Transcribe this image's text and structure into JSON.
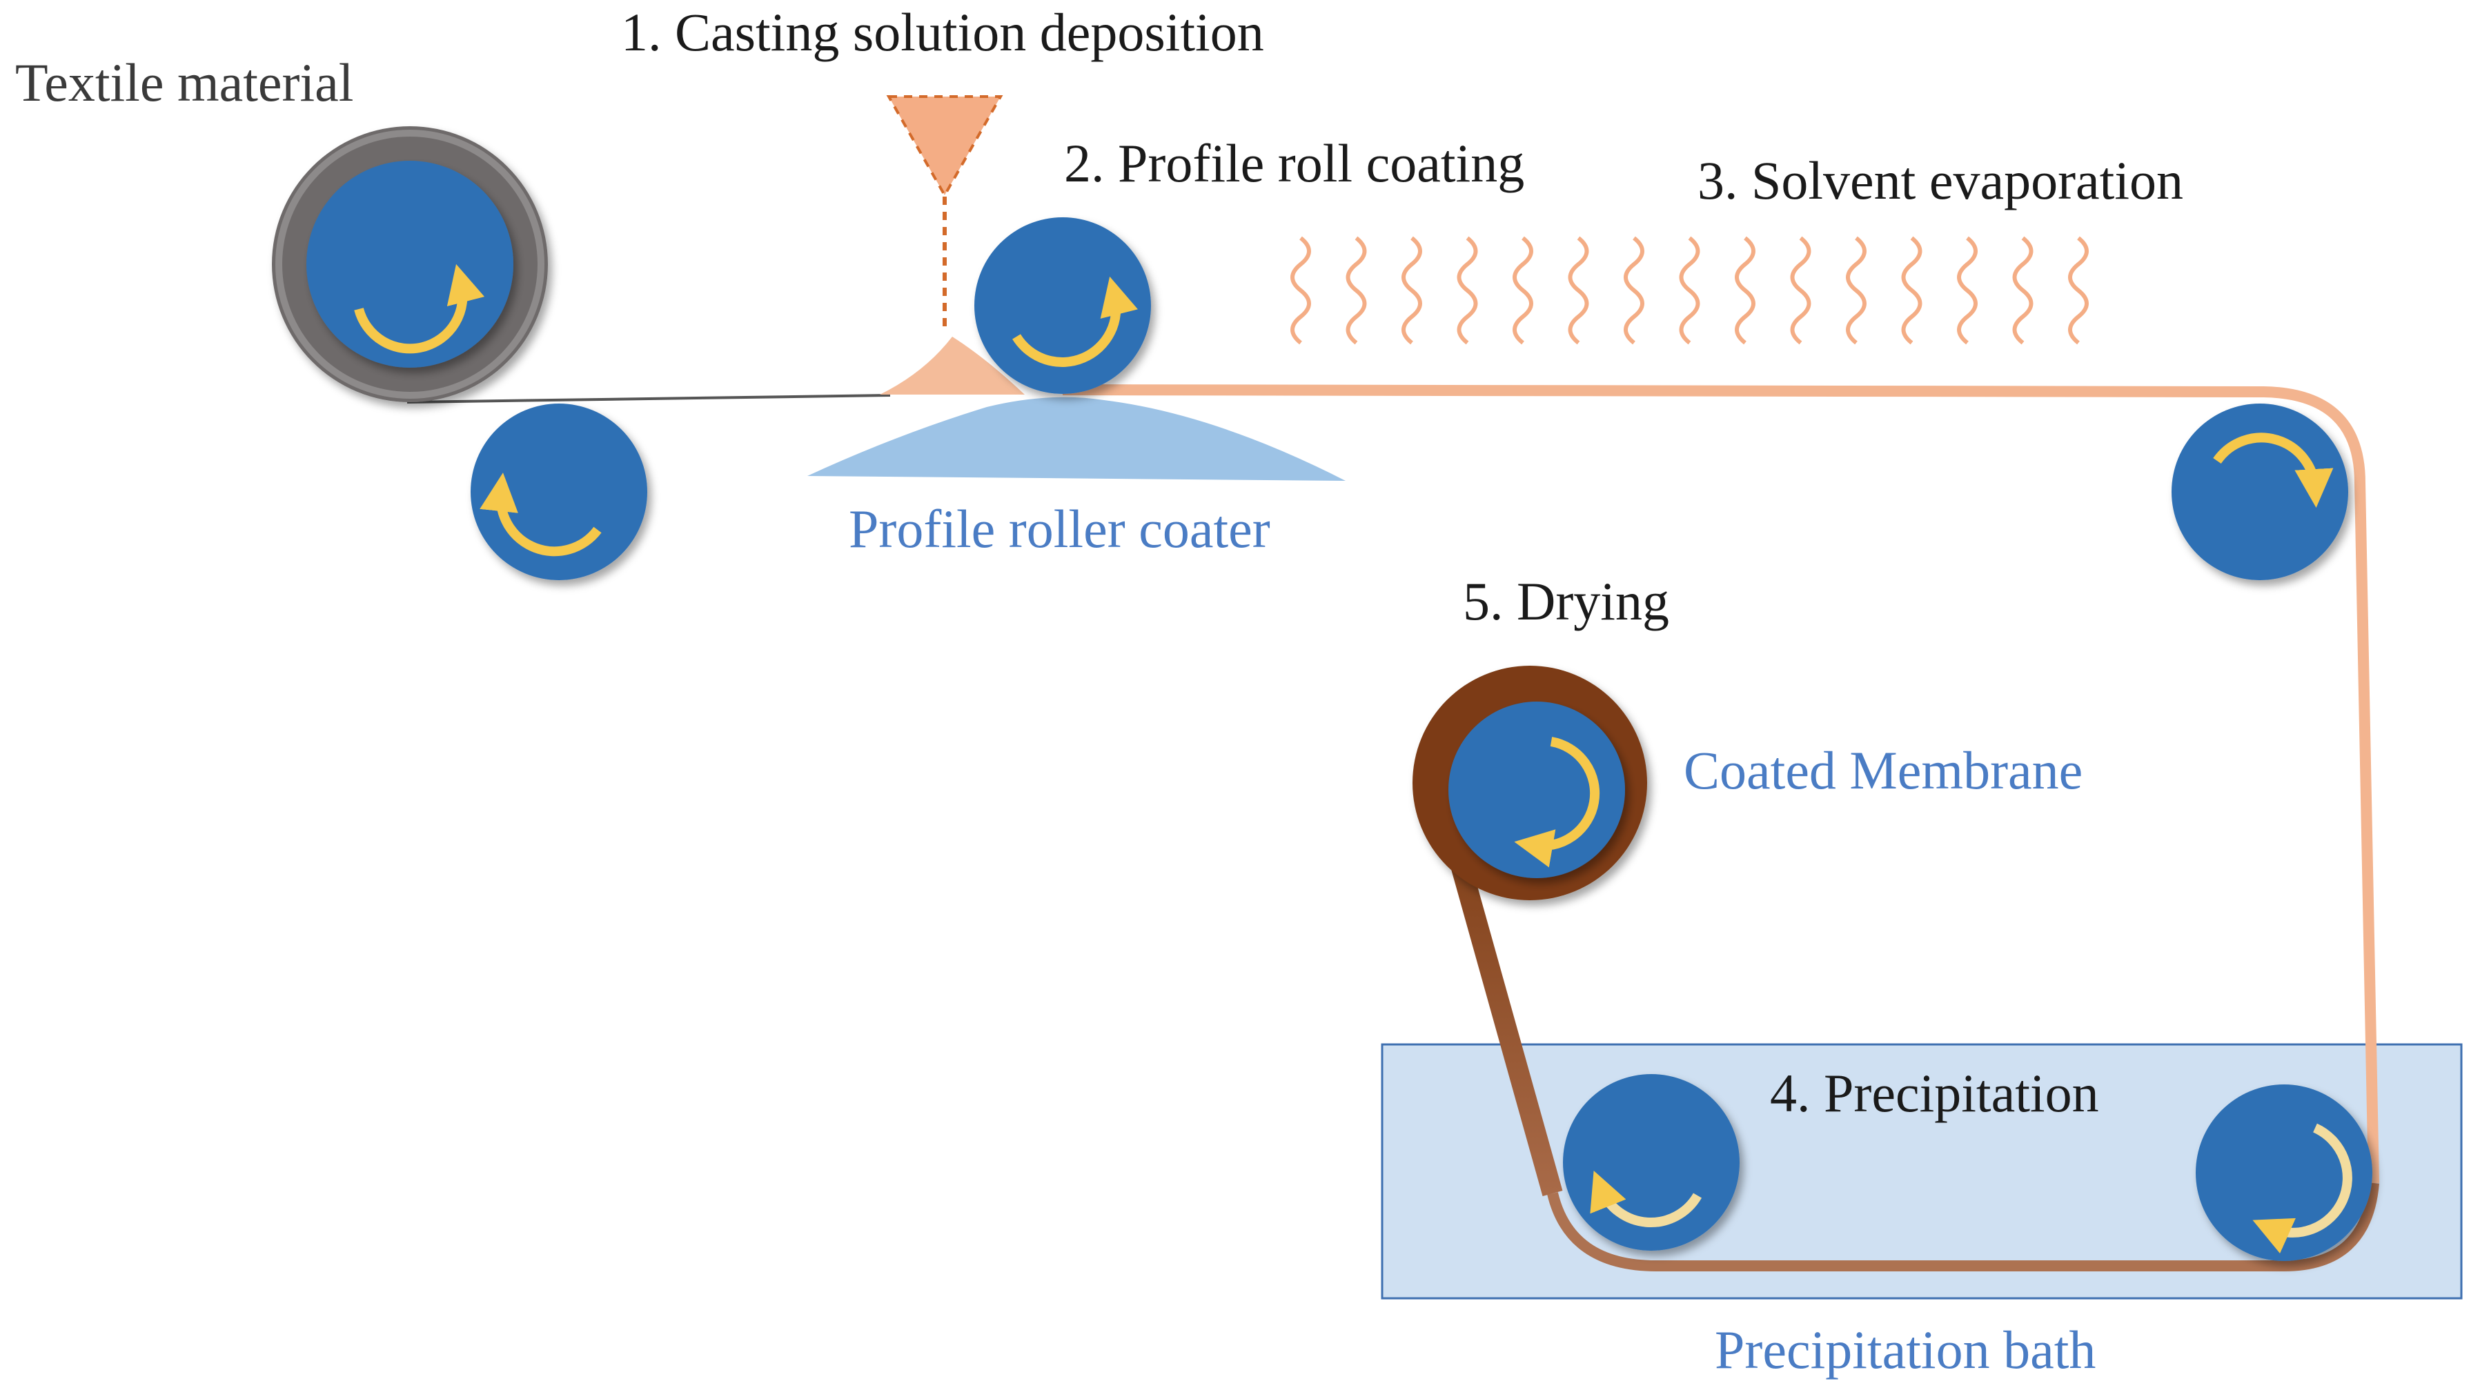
{
  "labels": {
    "textile_material": "Textile material",
    "step1": "1. Casting solution deposition",
    "step2": "2. Profile roll coating",
    "step3": "3. Solvent evaporation",
    "step4": "4. Precipitation",
    "step5": "5. Drying",
    "profile_roller_coater": "Profile roller coater",
    "coated_membrane": "Coated Membrane",
    "precipitation_bath": "Precipitation bath"
  },
  "colors": {
    "roller_blue": "#2e70b4",
    "arrow_yellow": "#f6c84a",
    "coating_orange": "#f4ad85",
    "dots_orange": "#d36a2a",
    "textile_grey": "#6e6a6a",
    "membrane_brown": "#7b3a12",
    "coater_blue": "#9dc3e6",
    "bath_fill": "#cfe0f2",
    "bath_border": "#3e6fb0",
    "label_blue": "#4a7cc4"
  },
  "icons": {
    "roller": "rotating-roller-icon",
    "funnel": "funnel-icon",
    "vapor": "wavy-vapor-icon"
  }
}
